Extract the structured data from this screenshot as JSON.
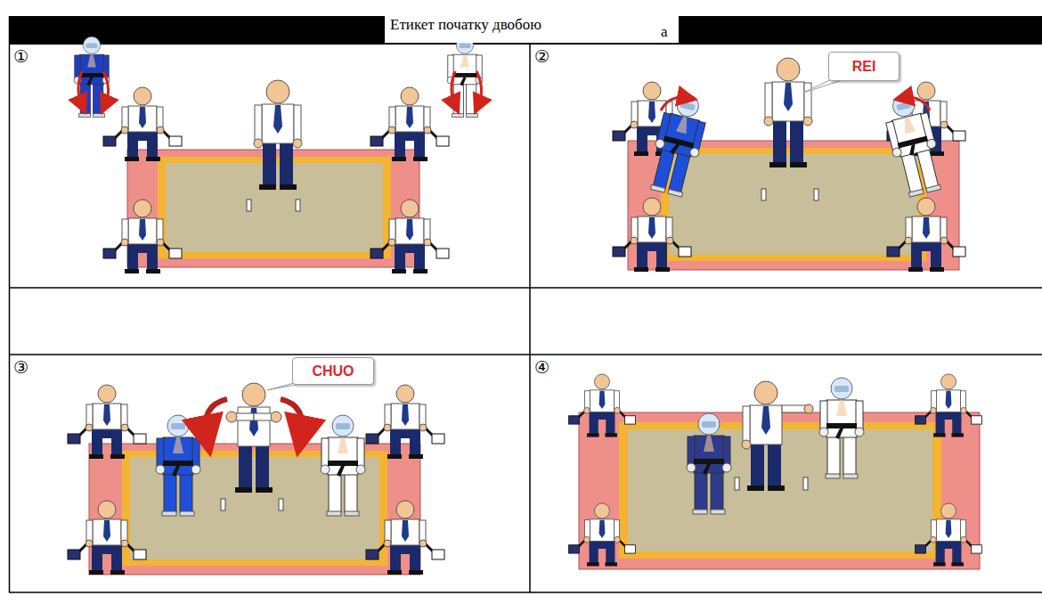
{
  "diagram": {
    "title": "Етикет початку двобою",
    "nodes": [
      {
        "text": [
          "REI"
        ]
      },
      {
        "text": [
          "CHUO"
        ]
      }
    ],
    "labels": [
      "а",
      "①",
      "②",
      "③",
      "④"
    ]
  }
}
